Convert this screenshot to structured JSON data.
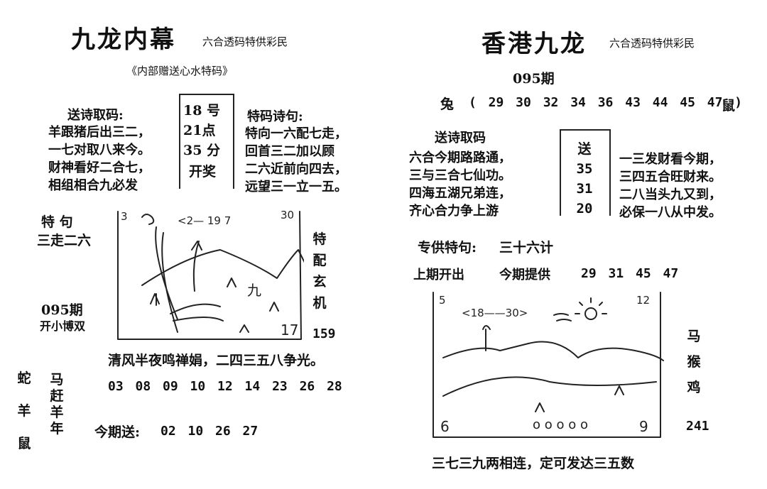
{
  "left": {
    "title": "九龙内幕",
    "subtitle": "六合透码特供彩民",
    "gift_line": "《内部赠送心水特码》",
    "poem_heading": "送诗取码:",
    "poem_lines": [
      "羊跟猪后出三二，",
      "一七对取八来今。",
      "财神看好二合七，",
      "相组相合九必发"
    ],
    "draw_box": [
      "18 号",
      "21点",
      "35 分",
      "开奖"
    ],
    "special_heading": "特码诗句:",
    "special_lines": [
      "特向一六配七走，",
      "回首三二加以顾",
      "二六近前向四去，",
      "远望三一立一五。"
    ],
    "te_ju_label": "特  句",
    "te_ju_value": "三走二六",
    "period": "095期",
    "period_note": "开小博双",
    "sketch_texts": {
      "top_left": "3",
      "top_range": "<2—  19 7",
      "top_right": "30",
      "mid": "九",
      "bottom_right": "17"
    },
    "side_vertical": [
      "特",
      "配",
      "玄",
      "机"
    ],
    "side_number": "159",
    "verse": "清风半夜鸣禅娟，二四三五八争光。",
    "animals_col1": [
      "蛇",
      "羊",
      "鼠"
    ],
    "animals_col2": [
      "马",
      "赶",
      "羊",
      "年"
    ],
    "numbers_row": "03  08  09  10  12  14  23  26  28",
    "this_period_label": "今期送:",
    "this_period_numbers": "02  10  26  27"
  },
  "right": {
    "title": "香港九龙",
    "subtitle": "六合透码特供彩民",
    "period": "095期",
    "tu_label": "兔",
    "tu_numbers": "( 29  30  32  34  36  43  44  45  47   )",
    "shu_label": "鼠",
    "poem_heading": "送诗取码",
    "poem_lines": [
      "六合今期路路通，",
      "三与三合七仙功。",
      "四海五湖兄弟连，",
      "齐心合力争上游"
    ],
    "send_box": [
      "送",
      "35",
      "31",
      "20"
    ],
    "poem_lines_right": [
      "一三发财看今期，",
      "三四五合旺财来。",
      "二八当头九又到，",
      "必保一八从中发。"
    ],
    "special_label": "专供特句:",
    "special_value": "三十六计",
    "last_label": "上期开出",
    "this_label": "今期提供",
    "this_numbers": "29  31  45  47",
    "sketch_texts": {
      "top_left": "5",
      "top_range": "<18——30>",
      "top_right": "12",
      "bottom_left": "6",
      "bottom_right": "9",
      "bottom_zeros": "o o o o o"
    },
    "side_vertical": [
      "马",
      "猴",
      "鸡"
    ],
    "side_number": "241",
    "verse": "三七三九两相连，定可发达三五数"
  }
}
